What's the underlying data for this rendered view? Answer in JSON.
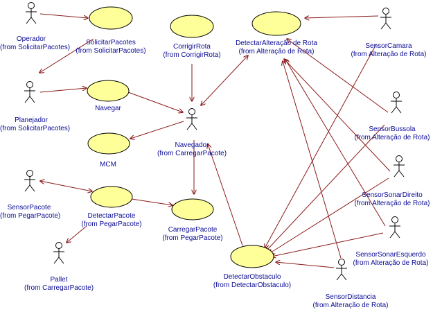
{
  "actors": [
    {
      "id": "operador",
      "name": "Operador",
      "from": "(from SolicitarPacotes)"
    },
    {
      "id": "planejador",
      "name": "Planejador",
      "from": "(from SolicitarPacotes)"
    },
    {
      "id": "navegador",
      "name": "Navegador",
      "from": "(from CarregarPacote)"
    },
    {
      "id": "sensor-pacote",
      "name": "SensorPacote",
      "from": "(from PegarPacote)"
    },
    {
      "id": "pallet",
      "name": "Pallet",
      "from": "(from CarregarPacote)"
    },
    {
      "id": "sensor-camara",
      "name": "SensorCamara",
      "from": "(from Alteração de Rota)"
    },
    {
      "id": "sensor-bussola",
      "name": "SensorBussola",
      "from": "(from Alteração de Rota)"
    },
    {
      "id": "sensor-sonar-direito",
      "name": "SensorSonarDireito",
      "from": "(from Alteração de Rota)"
    },
    {
      "id": "sensor-sonar-esquerdo",
      "name": "SensorSonarEsquerdo",
      "from": "(from Alteração de Rota)"
    },
    {
      "id": "sensor-distancia",
      "name": "SensorDistancia",
      "from": "(from Alteração de Rota)"
    }
  ],
  "use_cases": [
    {
      "id": "solicitar-pacotes",
      "name": "SolicitarPacotes",
      "from": "(from SolicitarPacotes)"
    },
    {
      "id": "corrigir-rota",
      "name": "CorrigirRota",
      "from": "(from CorrigirRota)"
    },
    {
      "id": "detectar-alteracao-rota",
      "name": "DetectarAlteração de Rota",
      "from": "(from Alteração de Rota)"
    },
    {
      "id": "navegar",
      "name": "Navegar",
      "from": ""
    },
    {
      "id": "mcm",
      "name": "MCM",
      "from": ""
    },
    {
      "id": "detectar-pacote",
      "name": "DetectarPacote",
      "from": "(from PegarPacote)"
    },
    {
      "id": "carregar-pacote",
      "name": "CarregarPacote",
      "from": "(from PegarPacote)"
    },
    {
      "id": "detectar-obstaculo",
      "name": "DetectarObstaculo",
      "from": "(from DetectarObstaculo)"
    }
  ],
  "colors": {
    "use_case_fill": "#ffff99",
    "outline": "#000000",
    "label": "#0a0a96",
    "arrow": "#8b1a1a"
  }
}
